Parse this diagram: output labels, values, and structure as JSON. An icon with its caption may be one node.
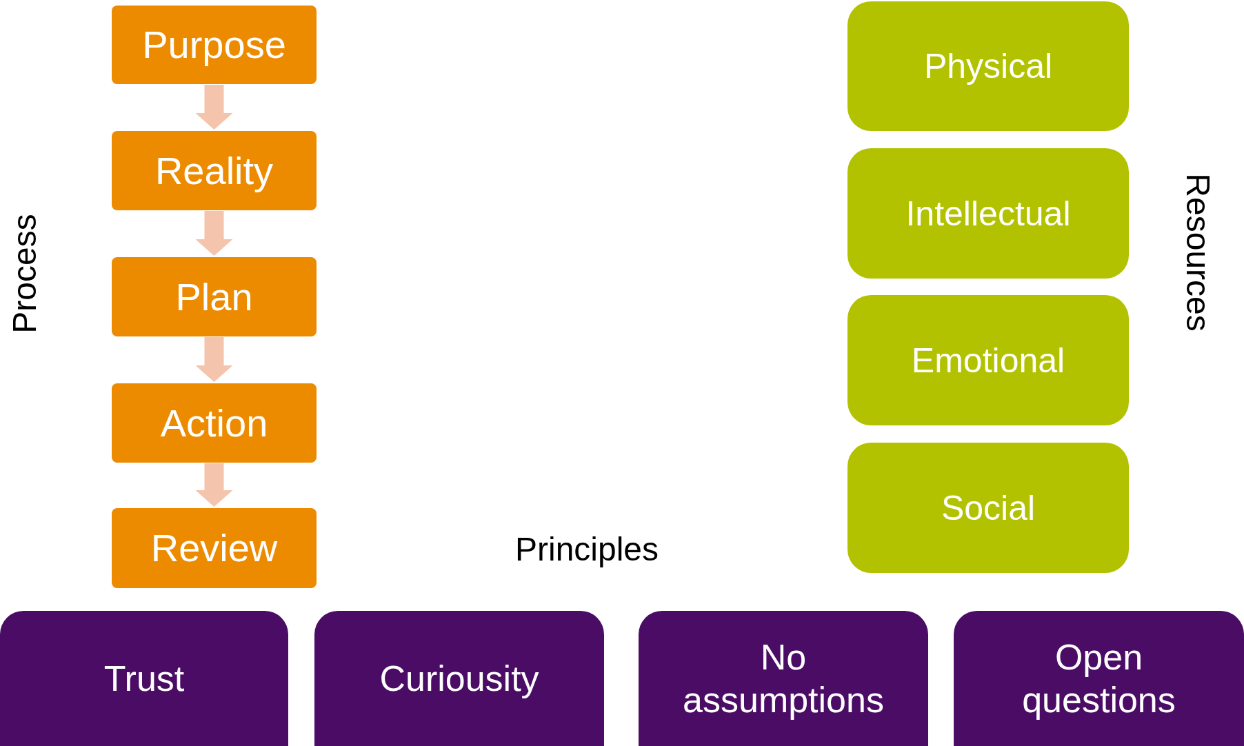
{
  "diagram": {
    "nodes": [
      {
        "text": [
          "Purpose"
        ]
      },
      {
        "text": [
          "Reality"
        ]
      },
      {
        "text": [
          "Plan"
        ]
      },
      {
        "text": [
          "Action"
        ]
      },
      {
        "text": [
          "Review"
        ]
      },
      {
        "text": [
          "Physical"
        ]
      },
      {
        "text": [
          "Intellectual"
        ]
      },
      {
        "text": [
          "Emotional"
        ]
      },
      {
        "text": [
          "Social"
        ]
      },
      {
        "text": [
          "Trust"
        ]
      },
      {
        "text": [
          "Curiousity"
        ]
      },
      {
        "text": [
          "No assumptions"
        ]
      },
      {
        "text": [
          "Open questions"
        ]
      }
    ],
    "edges": [
      {
        "from": 0,
        "to": 1,
        "arrow": "to"
      },
      {
        "from": 1,
        "to": 2,
        "arrow": "to"
      },
      {
        "from": 2,
        "to": 3,
        "arrow": "to"
      },
      {
        "from": 3,
        "to": 4,
        "arrow": "to"
      }
    ],
    "labels": [
      "Process",
      "Resources",
      "Principles"
    ]
  }
}
